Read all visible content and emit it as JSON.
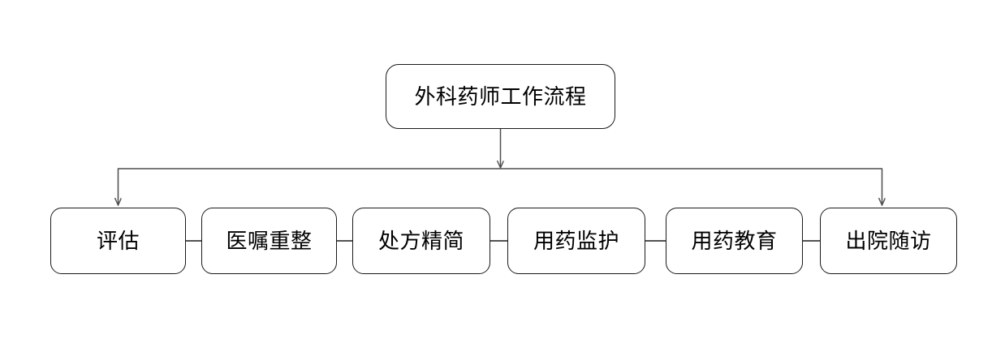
{
  "diagram": {
    "title": "外科药师工作流程",
    "orientation": "horizontal-chain",
    "root": {
      "id": "root",
      "label": "外科药师工作流程"
    },
    "steps": [
      {
        "id": "step-assessment",
        "label": "评估"
      },
      {
        "id": "step-reconciliation",
        "label": "医嘱重整"
      },
      {
        "id": "step-deprescribing",
        "label": "处方精简"
      },
      {
        "id": "step-monitoring",
        "label": "用药监护"
      },
      {
        "id": "step-education",
        "label": "用药教育"
      },
      {
        "id": "step-followup",
        "label": "出院随访"
      }
    ],
    "connectors": {
      "root_to_bus": "arrow-down",
      "bus_to_first": "arrow-down",
      "bus_to_last": "arrow-down",
      "between_steps": "plain-line"
    },
    "colors": {
      "background": "#ffffff",
      "node_border": "#1a1a1a",
      "node_fill": "#ffffff",
      "text": "#000000",
      "connector": "#4d4d4d"
    }
  }
}
